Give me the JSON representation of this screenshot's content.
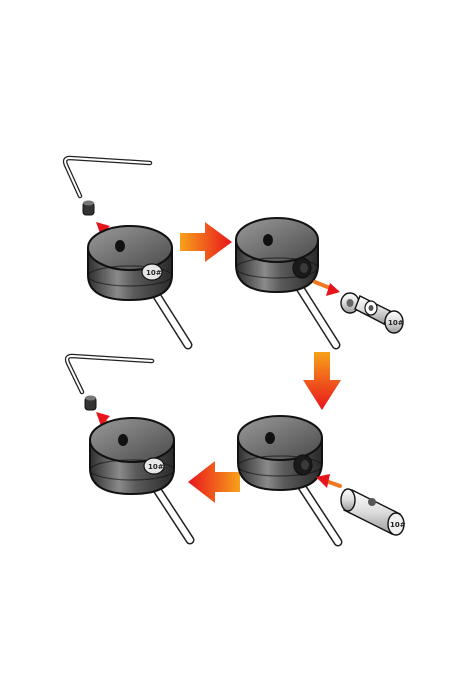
{
  "diagram": {
    "caption": "",
    "part_markings": {
      "hub_step1": "10#",
      "nipple_step2": "10#",
      "hub_step4": "10#",
      "barrel_step3": "10#"
    }
  },
  "colors": {
    "background": "#ffffff",
    "outline": "#222222",
    "metal_dark": "#4a4a4a",
    "metal_light": "#cfcfcf",
    "arrow_orange": "#f07820",
    "arrow_red": "#e8141c",
    "part_silver": "#e6e6e6"
  },
  "icons": {
    "hex_key": "hex-key-icon",
    "set_screw": "set-screw-icon",
    "arrow": "arrow-icon"
  }
}
